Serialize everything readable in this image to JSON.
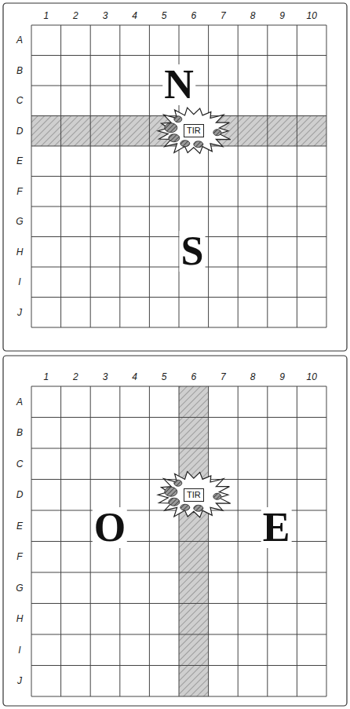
{
  "diagram": {
    "nodes": [
      {
        "text": [
          "TIR"
        ]
      },
      {
        "text": [
          "TIR"
        ]
      }
    ],
    "labels": [
      "1",
      "2",
      "3",
      "4",
      "5",
      "6",
      "7",
      "8",
      "9",
      "10",
      "A",
      "B",
      "C",
      "D",
      "E",
      "F",
      "G",
      "H",
      "I",
      "J",
      "N",
      "S",
      "1",
      "2",
      "3",
      "4",
      "5",
      "6",
      "7",
      "8",
      "9",
      "10",
      "A",
      "B",
      "C",
      "D",
      "E",
      "F",
      "G",
      "H",
      "I",
      "J",
      "O",
      "E"
    ]
  }
}
